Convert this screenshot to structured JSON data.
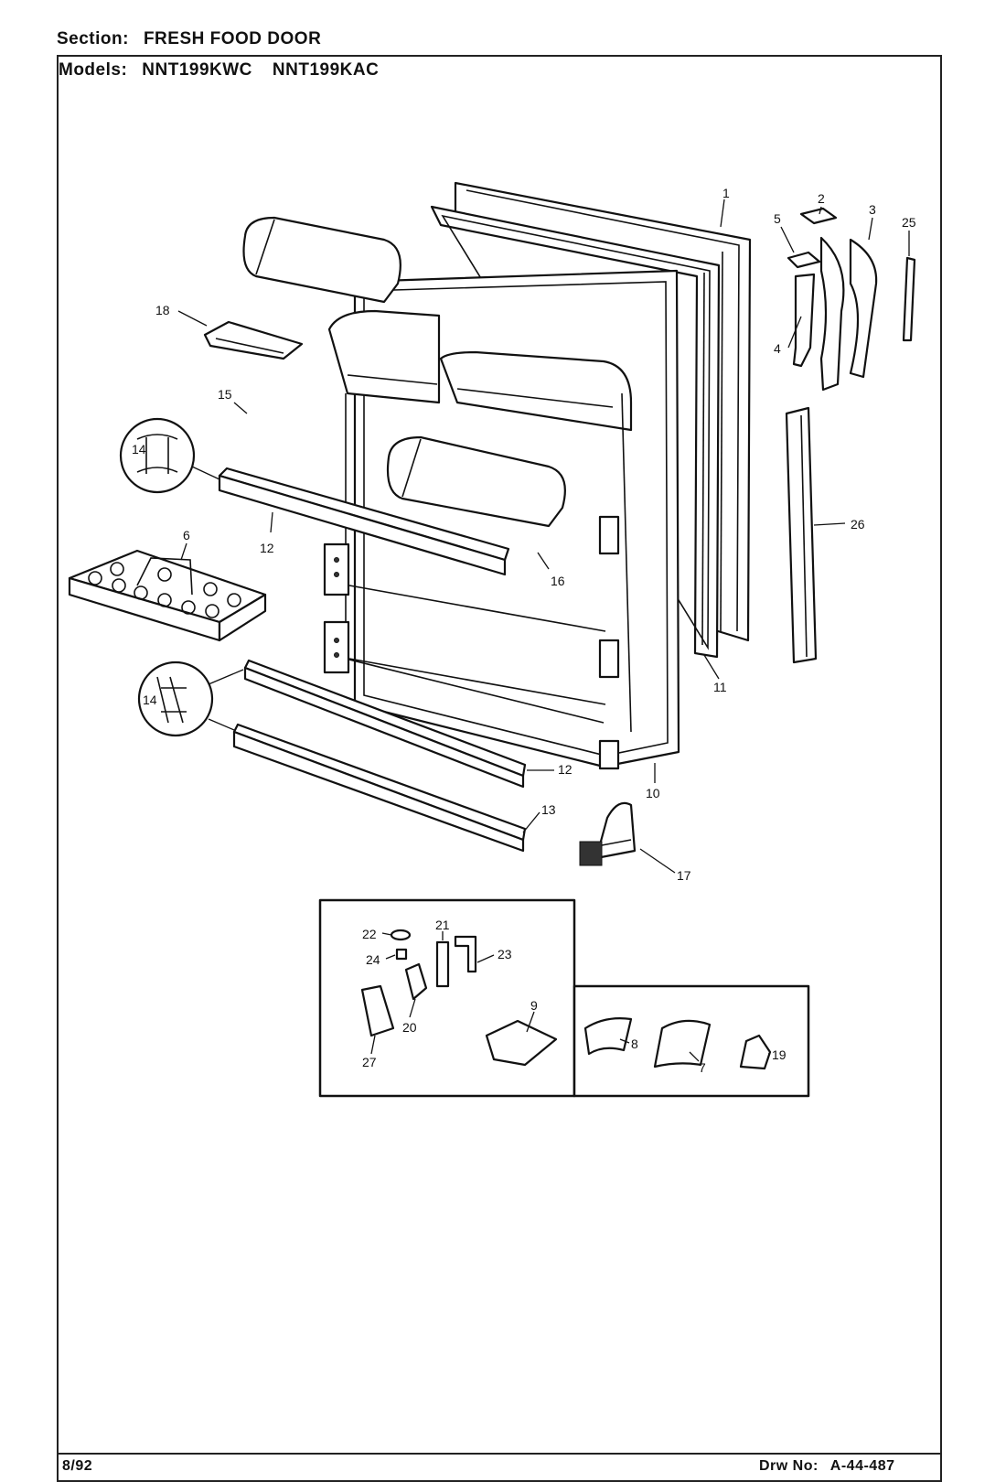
{
  "header": {
    "section_label": "Section:",
    "section_value": "FRESH FOOD DOOR",
    "models_label": "Models:",
    "models": [
      "NNT199KWC",
      "NNT199KAC"
    ]
  },
  "footer": {
    "date": "8/92",
    "drawing_label": "Drw No:",
    "drawing_number": "A-44-487"
  },
  "callouts": {
    "c1": "1",
    "c2": "2",
    "c3": "3",
    "c4": "4",
    "c5": "5",
    "c6": "6",
    "c7": "7",
    "c8": "8",
    "c9": "9",
    "c10": "10",
    "c11": "11",
    "c12a": "12",
    "c12b": "12",
    "c13": "13",
    "c14a": "14",
    "c14b": "14",
    "c15": "15",
    "c16": "16",
    "c17": "17",
    "c18": "18",
    "c19": "19",
    "c20": "20",
    "c21": "21",
    "c22": "22",
    "c23": "23",
    "c24": "24",
    "c25": "25",
    "c26": "26",
    "c27": "27"
  }
}
